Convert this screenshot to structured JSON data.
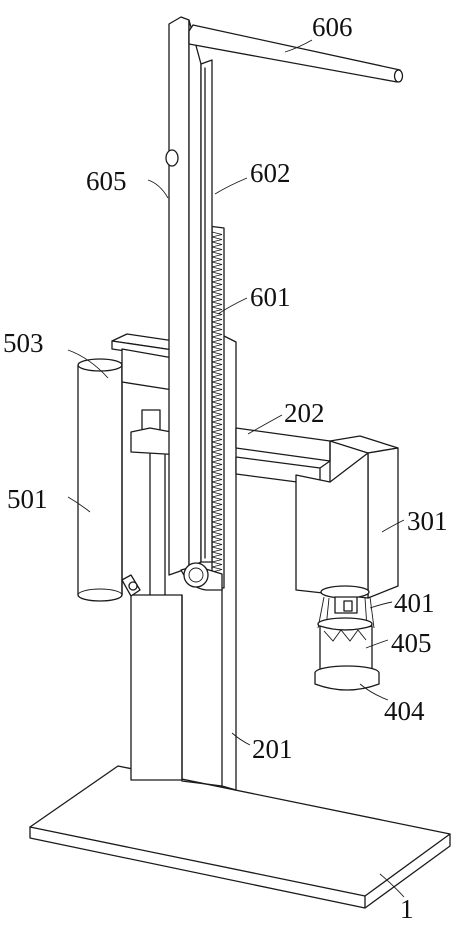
{
  "labels": {
    "l606": "606",
    "l605": "605",
    "l602": "602",
    "l601": "601",
    "l503": "503",
    "l202": "202",
    "l501": "501",
    "l301": "301",
    "l401": "401",
    "l405": "405",
    "l404": "404",
    "l201": "201",
    "l1": "1"
  },
  "colors": {
    "line": "#1a1a1a",
    "background": "#ffffff"
  }
}
